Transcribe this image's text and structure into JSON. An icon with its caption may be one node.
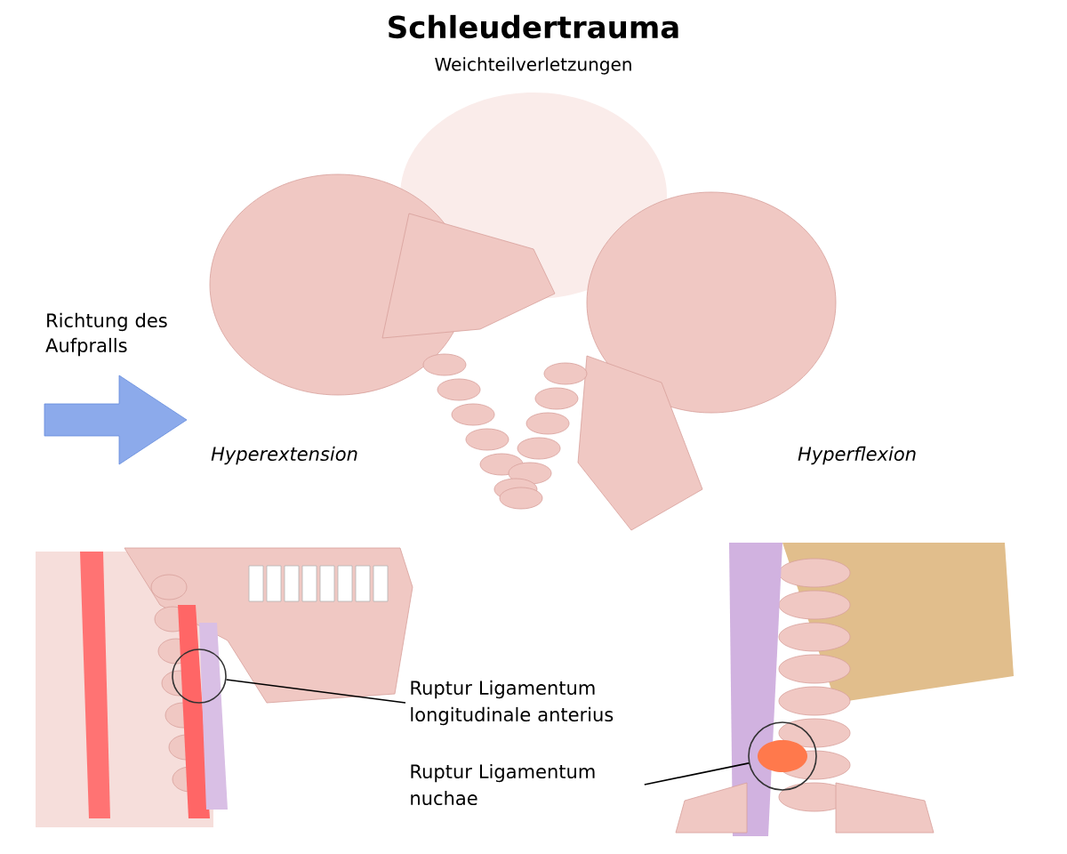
{
  "diagram": {
    "title": "Schleudertrauma",
    "nodes": [
      {
        "text": [
          "Ruptur Ligamentum longitudinale anterius"
        ]
      },
      {
        "text": [],
        "shape": "circle"
      },
      {
        "text": [
          "Ruptur Ligamentum nuchae"
        ]
      },
      {
        "text": [],
        "shape": "circle"
      }
    ],
    "edges": [
      {
        "from": 0,
        "to": 1,
        "arrow": "none"
      },
      {
        "from": 2,
        "to": 3,
        "arrow": "none"
      }
    ],
    "labels": [
      "Weichteilverletzungen",
      "Richtung des Aufpralls",
      "Hyperextension",
      "Hyperflexion"
    ]
  }
}
